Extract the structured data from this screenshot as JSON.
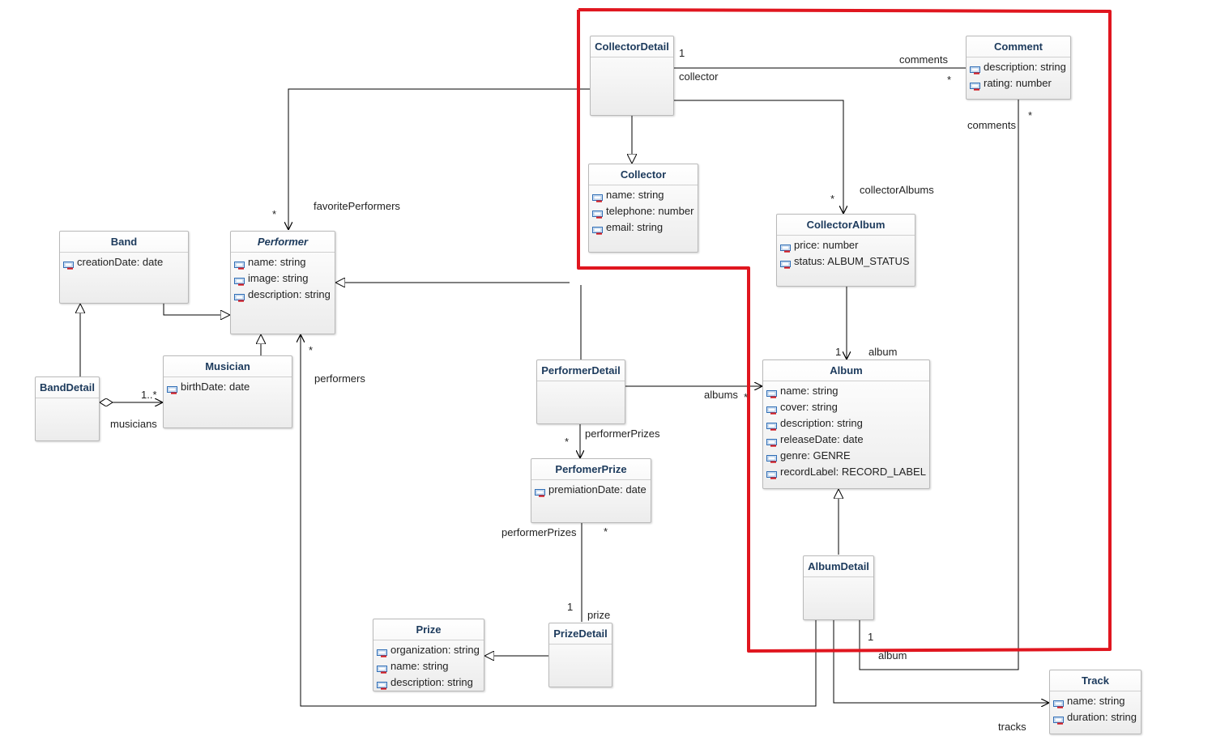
{
  "classes": {
    "collector_detail": {
      "name": "CollectorDetail"
    },
    "comment": {
      "name": "Comment",
      "attrs": [
        "description: string",
        "rating: number"
      ]
    },
    "collector": {
      "name": "Collector",
      "attrs": [
        "name: string",
        "telephone: number",
        "email: string"
      ]
    },
    "collector_album": {
      "name": "CollectorAlbum",
      "attrs": [
        "price: number",
        "status: ALBUM_STATUS"
      ]
    },
    "band": {
      "name": "Band",
      "attrs": [
        "creationDate: date"
      ]
    },
    "performer": {
      "name": "Performer",
      "attrs": [
        "name: string",
        "image: string",
        "description: string"
      ]
    },
    "band_detail": {
      "name": "BandDetail"
    },
    "musician": {
      "name": "Musician",
      "attrs": [
        "birthDate: date"
      ]
    },
    "performer_detail": {
      "name": "PerformerDetail"
    },
    "album": {
      "name": "Album",
      "attrs": [
        "name: string",
        "cover: string",
        "description: string",
        "releaseDate: date",
        "genre: GENRE",
        "recordLabel: RECORD_LABEL"
      ]
    },
    "perfomer_prize": {
      "name": "PerfomerPrize",
      "attrs": [
        "premiationDate: date"
      ]
    },
    "album_detail": {
      "name": "AlbumDetail"
    },
    "prize": {
      "name": "Prize",
      "attrs": [
        "organization: string",
        "name: string",
        "description: string"
      ]
    },
    "prize_detail": {
      "name": "PrizeDetail"
    },
    "track": {
      "name": "Track",
      "attrs": [
        "name: string",
        "duration: string"
      ]
    }
  },
  "labels": {
    "one_collector": "1",
    "collector": "collector",
    "comments_top": "comments",
    "star_comment": "*",
    "comments_right": "comments",
    "star_comments_right": "*",
    "collector_albums": "collectorAlbums",
    "star_collector_albums": "*",
    "favorite_performers": "favoritePerformers",
    "star_favorite": "*",
    "one_album": "1",
    "album_role": "album",
    "albums": "albums",
    "star_albums": "*",
    "star_performers": "*",
    "performers": "performers",
    "one_star": "1..*",
    "musicians": "musicians",
    "star_prizes": "*",
    "performer_prizes": "performerPrizes",
    "performer_prizes_2": "performerPrizes",
    "star_prizes_2": "*",
    "one_prize": "1",
    "prize_role": "prize",
    "one_album_detail": "1",
    "album_bottom": "album",
    "tracks": "tracks"
  },
  "colors": {
    "highlight": "#e0161f",
    "title": "#1c3a5c",
    "line": "#000000"
  }
}
